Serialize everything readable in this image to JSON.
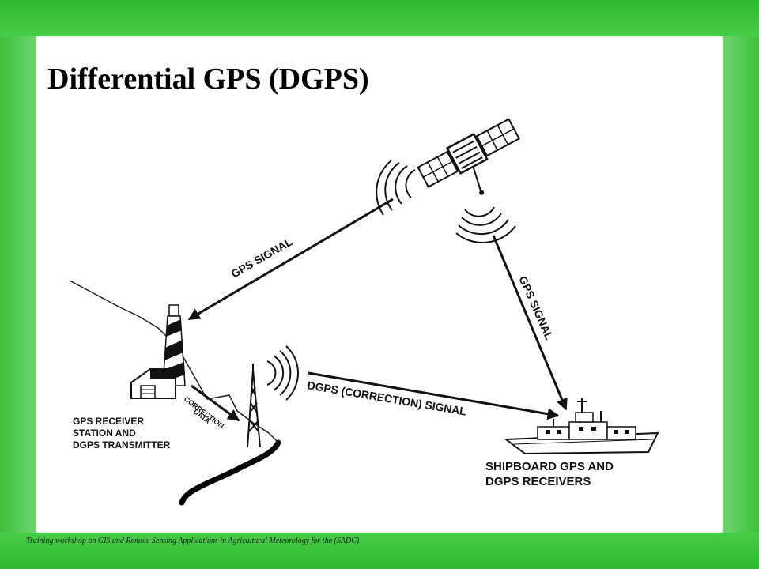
{
  "slide": {
    "title": "Differential GPS (DGPS)",
    "footer": "Training workshop on GIS and Remote Sensing Applications in Agricultural Meteorology for the (SADC)"
  },
  "diagram": {
    "labels": {
      "gps_signal_left": "GPS SIGNAL",
      "gps_signal_right": "GPS SIGNAL",
      "dgps_signal": "DGPS (CORRECTION) SIGNAL",
      "correction_line1": "CORRECTION",
      "correction_line2": "DATA",
      "station_line1": "GPS RECEIVER",
      "station_line2": "STATION AND",
      "station_line3": "DGPS TRANSMITTER",
      "ship_line1": "SHIPBOARD GPS AND",
      "ship_line2": "DGPS RECEIVERS"
    }
  },
  "colors": {
    "frame_green": "#3ec63e",
    "panel_white": "#ffffff",
    "ink": "#111111"
  }
}
